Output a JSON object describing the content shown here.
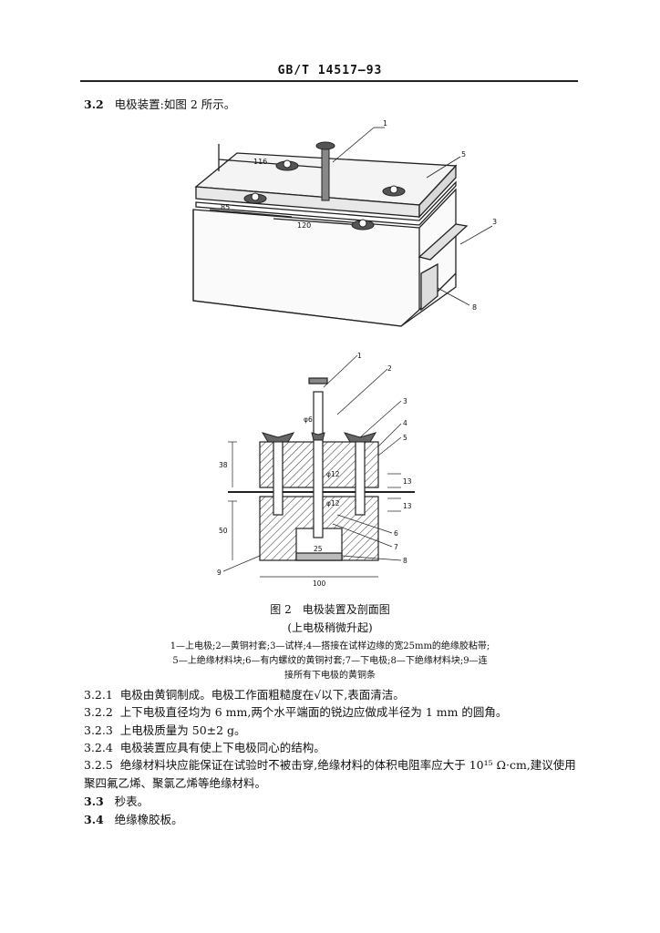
{
  "header": {
    "standard_code": "GB/T 14517—93"
  },
  "section_3_2": {
    "number": "3.2",
    "text": "电极装置:如图 2 所示。"
  },
  "figure1": {
    "callouts": [
      "1",
      "5",
      "3",
      "8"
    ],
    "dims": {
      "d116": "116",
      "d85": "85",
      "d120": "120"
    }
  },
  "figure2": {
    "callouts": [
      "1",
      "2",
      "3",
      "4",
      "5",
      "6",
      "7",
      "8",
      "9"
    ],
    "dims": {
      "d6": "φ6",
      "d12a": "φ12",
      "d12b": "φ12",
      "d13a": "13",
      "d13b": "13",
      "d25": "25",
      "d100": "100",
      "d38": "38",
      "d50": "50"
    }
  },
  "caption": {
    "title": "图 2　电极装置及剖面图",
    "subtitle": "(上电极稍微升起)",
    "legend_line1": "1—上电极;2—黄铜衬套;3—试样;4—搭接在试样边缘的宽25mm的绝缘胶粘带;",
    "legend_line2": "5—上绝缘材料块;6—有内螺纹的黄铜衬套;7—下电极;8—下绝缘材料块;9—连",
    "legend_line3": "接所有下电极的黄铜条"
  },
  "clauses": [
    {
      "number": "3.2.1",
      "text": "电极由黄铜制成。电极工作面粗糙度在√以下,表面清洁。"
    },
    {
      "number": "3.2.2",
      "text": "上下电极直径均为 6 mm,两个水平端面的锐边应做成半径为 1 mm 的圆角。"
    },
    {
      "number": "3.2.3",
      "text": "上电极质量为 50±2 g。"
    },
    {
      "number": "3.2.4",
      "text": "电极装置应具有使上下电极同心的结构。"
    },
    {
      "number": "3.2.5",
      "text": "绝缘材料块应能保证在试验时不被击穿,绝缘材料的体积电阻率应大于 10¹⁵ Ω·cm,建议使用"
    },
    {
      "number": "",
      "text": "聚四氟乙烯、聚氯乙烯等绝缘材料。"
    },
    {
      "number": "3.3",
      "text": "秒表。"
    },
    {
      "number": "3.4",
      "text": "绝缘橡胶板。"
    }
  ]
}
